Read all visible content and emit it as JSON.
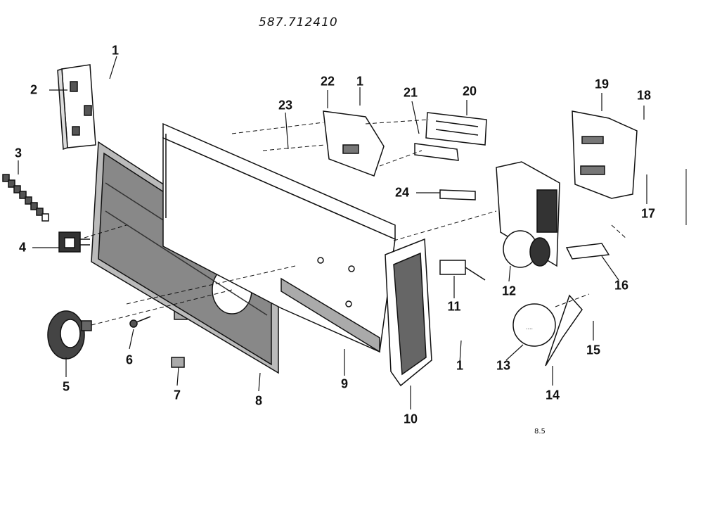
{
  "document_id": "587.712410",
  "page_code": "8.5",
  "callouts": [
    {
      "id": "c1a",
      "text": "1"
    },
    {
      "id": "c2",
      "text": "2"
    },
    {
      "id": "c3",
      "text": "3"
    },
    {
      "id": "c4",
      "text": "4"
    },
    {
      "id": "c5",
      "text": "5"
    },
    {
      "id": "c6",
      "text": "6"
    },
    {
      "id": "c7",
      "text": "7"
    },
    {
      "id": "c8",
      "text": "8"
    },
    {
      "id": "c9",
      "text": "9"
    },
    {
      "id": "c10",
      "text": "10"
    },
    {
      "id": "c11",
      "text": "11"
    },
    {
      "id": "c12",
      "text": "12"
    },
    {
      "id": "c13",
      "text": "13"
    },
    {
      "id": "c14",
      "text": "14"
    },
    {
      "id": "c15",
      "text": "15"
    },
    {
      "id": "c16",
      "text": "16"
    },
    {
      "id": "c17",
      "text": "17"
    },
    {
      "id": "c18",
      "text": "18"
    },
    {
      "id": "c19",
      "text": "19"
    },
    {
      "id": "c20",
      "text": "20"
    },
    {
      "id": "c21",
      "text": "21"
    },
    {
      "id": "c22",
      "text": "22"
    },
    {
      "id": "c23",
      "text": "23"
    },
    {
      "id": "c24",
      "text": "24"
    },
    {
      "id": "c1b",
      "text": "1"
    },
    {
      "id": "c1c",
      "text": "1"
    }
  ]
}
